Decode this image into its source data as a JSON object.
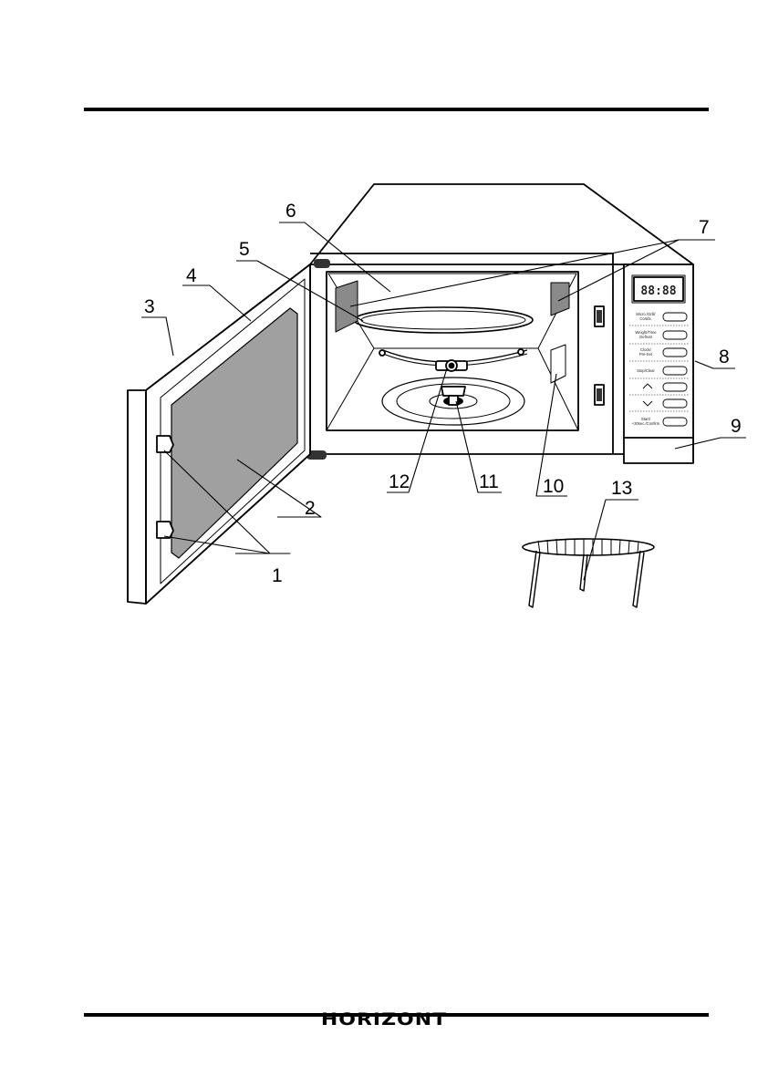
{
  "brand": "HORIZONT",
  "callouts": [
    "1",
    "2",
    "3",
    "4",
    "5",
    "6",
    "7",
    "8",
    "9",
    "10",
    "11",
    "12",
    "13"
  ],
  "control_panel": {
    "display": "88:88",
    "buttons": [
      [
        "Micro./Grill/",
        "Combi."
      ],
      [
        "Weight/Time",
        "Defrost"
      ],
      [
        "Clock/",
        "Pre-Set"
      ],
      [
        "Stop/Clear",
        ""
      ],
      [
        "",
        ""
      ],
      [
        "",
        ""
      ],
      [
        "Start/",
        "+30sec./Confirm"
      ]
    ]
  }
}
